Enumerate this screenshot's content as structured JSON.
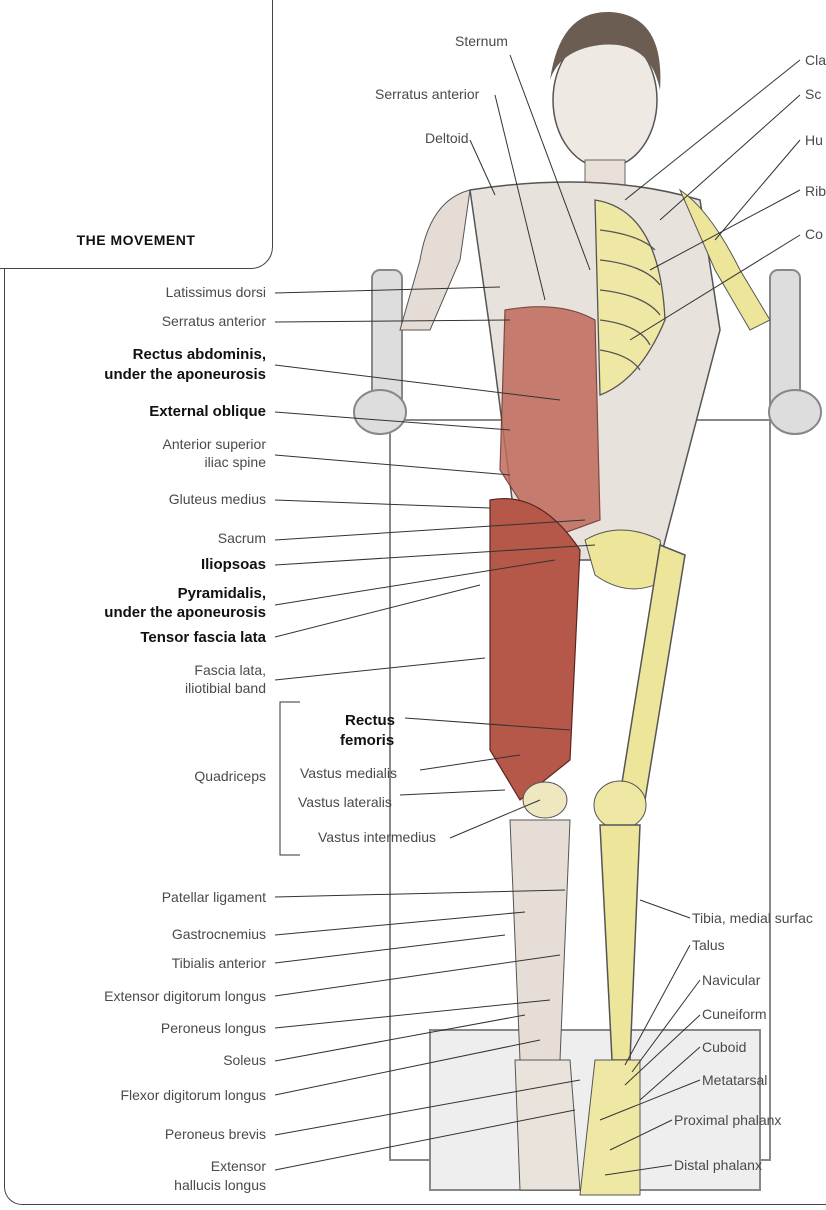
{
  "inset": {
    "title": "THE MOVEMENT"
  },
  "labels": {
    "sternum": "Sternum",
    "serratus_top": "Serratus anterior",
    "deltoid": "Deltoid",
    "clavicle": "Cla",
    "scapula": "Sc",
    "humerus": "Hu",
    "ribs": "Rib",
    "costal": "Co",
    "latissimus": "Latissimus dorsi",
    "serratus": "Serratus anterior",
    "rectus_abd_1": "Rectus abdominis,",
    "rectus_abd_2": "under the aponeurosis",
    "ext_oblique": "External oblique",
    "asis_1": "Anterior superior",
    "asis_2": "iliac spine",
    "glut_med": "Gluteus medius",
    "sacrum": "Sacrum",
    "iliopsoas": "Iliopsoas",
    "pyramidalis_1": "Pyramidalis,",
    "pyramidalis_2": "under the aponeurosis",
    "tensor": "Tensor fascia lata",
    "fascia_1": "Fascia lata,",
    "fascia_2": "iliotibial band",
    "rectus_fem_1": "Rectus",
    "rectus_fem_2": "femoris",
    "quadriceps": "Quadriceps",
    "vastus_med": "Vastus medialis",
    "vastus_lat": "Vastus lateralis",
    "vastus_int": "Vastus intermedius",
    "patellar": "Patellar ligament",
    "gastro": "Gastrocnemius",
    "tibialis": "Tibialis anterior",
    "ext_dig": "Extensor digitorum longus",
    "peroneus_l": "Peroneus longus",
    "soleus": "Soleus",
    "flexor_dig": "Flexor digitorum longus",
    "peroneus_b": "Peroneus brevis",
    "ext_hal_1": "Extensor",
    "ext_hal_2": "hallucis longus",
    "tibia_med": "Tibia, medial surfac",
    "talus": "Talus",
    "navicular": "Navicular",
    "cuneiform": "Cuneiform",
    "cuboid": "Cuboid",
    "metatarsal": "Metatarsal",
    "prox_phal": "Proximal phalanx",
    "dist_phal": "Distal phalanx"
  },
  "colors": {
    "muscle": "#b5584a",
    "bone": "#ece59a",
    "skin": "#e9e3dc",
    "line": "#333333",
    "dot": "#d3302a"
  }
}
